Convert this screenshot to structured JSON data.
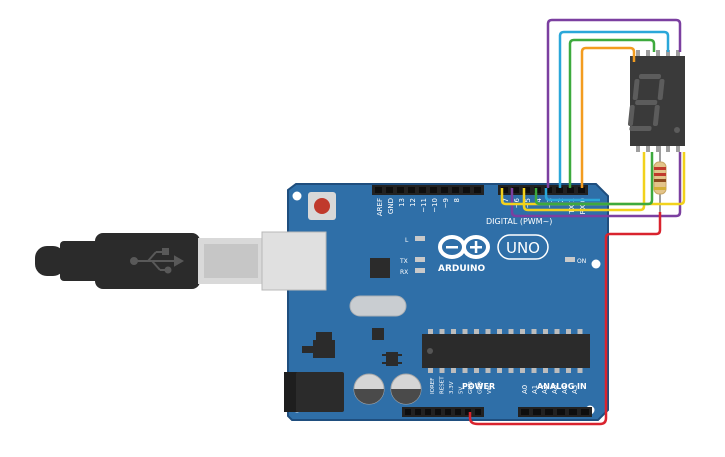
{
  "board": {
    "brand": "ARDUINO",
    "model": "UNO",
    "digital_header_label": "DIGITAL (PWM~)",
    "power_label": "POWER",
    "analog_label": "ANALOG IN",
    "led_labels": {
      "l": "L",
      "tx": "TX",
      "rx": "RX",
      "on": "ON"
    },
    "digital_left_pins": [
      "AREF",
      "GND",
      "13",
      "12",
      "~11",
      "~10",
      "~9",
      "8"
    ],
    "digital_right_pins": [
      "7",
      "~6",
      "~5",
      "4",
      "~3",
      "2",
      "TX 1",
      "RX 0"
    ],
    "power_pins": [
      "IOREF",
      "RESET",
      "3.3V",
      "5V",
      "GND",
      "GND",
      "Vin"
    ],
    "analog_pins": [
      "A0",
      "A1",
      "A2",
      "A3",
      "A4",
      "A5"
    ]
  },
  "display": {
    "digit_shown": "8."
  },
  "colors": {
    "board": "#2F6FA8",
    "board_edge": "#1F4E7E",
    "wire_purple": "#7B3FA0",
    "wire_blue": "#2AA7D9",
    "wire_green": "#3DAA3D",
    "wire_orange": "#F39C1F",
    "wire_yellow": "#F2D21C",
    "wire_red": "#D9232E",
    "display_body": "#3A3A3A",
    "segment_off": "#5C5C5C",
    "usb_cable": "#2B2B2B",
    "usb_connector": "#D9D9D9"
  }
}
